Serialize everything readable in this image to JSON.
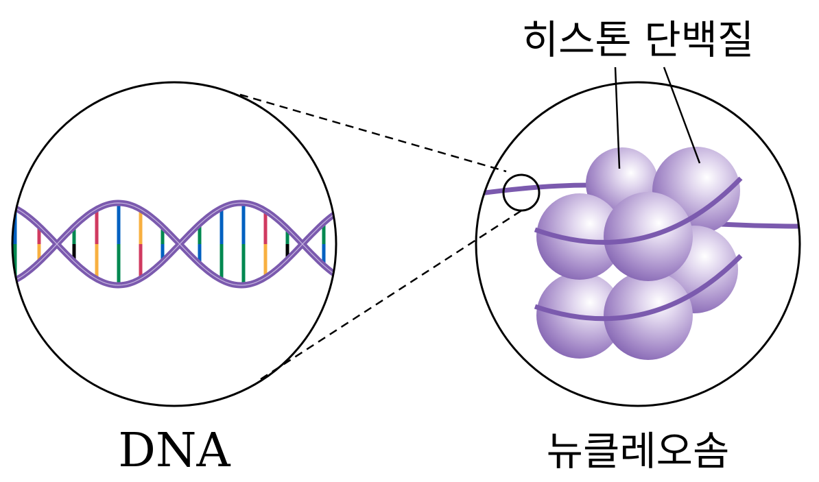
{
  "labels": {
    "histone": "히스톤 단백질",
    "dna": "DNA",
    "nucleosome": "뉴클레오솜"
  },
  "colors": {
    "strand": "#7b5aae",
    "blue": "#0060c0",
    "green": "#008850",
    "red": "#d03a60",
    "orange": "#f8b040",
    "black": "#000000"
  },
  "base_pairs": [
    [
      "blue",
      "green"
    ],
    [
      "red",
      "orange"
    ],
    [
      "green",
      "black"
    ],
    [
      "red",
      "orange"
    ],
    [
      "blue",
      "green"
    ],
    [
      "orange",
      "red"
    ],
    [
      "green",
      "blue"
    ],
    [
      "green",
      "blue"
    ],
    [
      "blue",
      "green"
    ],
    [
      "blue",
      "green"
    ],
    [
      "red",
      "orange"
    ],
    [
      "green",
      "black"
    ],
    [
      "green",
      "blue"
    ]
  ]
}
